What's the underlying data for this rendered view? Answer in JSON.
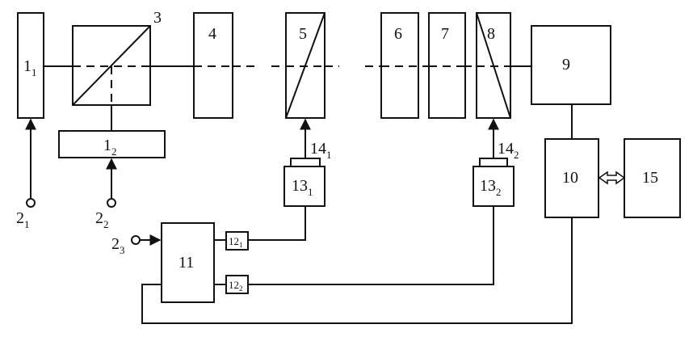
{
  "elements": {
    "e1_1": {
      "main": "1",
      "sub": "1"
    },
    "e1_2": {
      "main": "1",
      "sub": "2"
    },
    "e2_1": {
      "main": "2",
      "sub": "1"
    },
    "e2_2": {
      "main": "2",
      "sub": "2"
    },
    "e2_3": {
      "main": "2",
      "sub": "3"
    },
    "e3": "3",
    "e4": "4",
    "e5": "5",
    "e6": "6",
    "e7": "7",
    "e8": "8",
    "e9": "9",
    "e10": "10",
    "e11": "11",
    "e12_1": {
      "main": "12",
      "sub": "1"
    },
    "e12_2": {
      "main": "12",
      "sub": "2"
    },
    "e13_1": {
      "main": "13",
      "sub": "1"
    },
    "e13_2": {
      "main": "13",
      "sub": "2"
    },
    "e14_1": {
      "main": "14",
      "sub": "1"
    },
    "e14_2": {
      "main": "14",
      "sub": "2"
    },
    "e15": "15"
  }
}
